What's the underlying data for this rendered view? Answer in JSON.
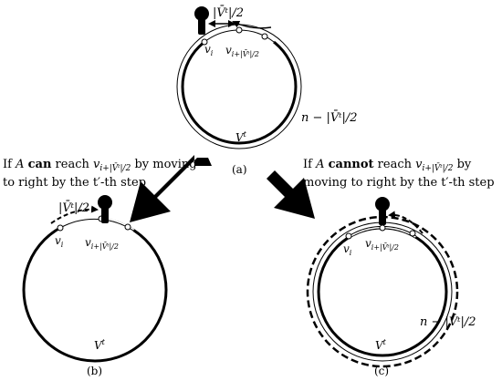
{
  "top": {
    "arc_label_top": "|V̄ᵗ|/2",
    "node_vi": "v",
    "node_vi_sub": "i",
    "node_mid": "v",
    "node_mid_sub": "i+|V̄ᵗ|/2",
    "outer_label": "n − |V̄ᵗ|/2",
    "ring_label": "V",
    "ring_label_sup": "t",
    "caption": "(a)"
  },
  "left": {
    "cond_line1_pre": "If ",
    "cond_agent": "A",
    "cond_bold": "can",
    "cond_line1_post": " reach ",
    "cond_target": "v",
    "cond_target_sub": "i+|V̄ᵗ|/2",
    "cond_line1_end": " by moving",
    "cond_line2": "to right by the t′-th step",
    "arc_label_top": "|V̄ᵗ|/2",
    "node_vi": "v",
    "node_vi_sub": "i",
    "node_mid": "v",
    "node_mid_sub": "i+|V̄ᵗ|/2",
    "ring_label": "V",
    "ring_label_sup": "t",
    "caption": "(b)"
  },
  "right": {
    "cond_line1_pre": "If ",
    "cond_agent": "A",
    "cond_bold": "cannot",
    "cond_line1_post": " reach ",
    "cond_target": "v",
    "cond_target_sub": "i+|V̄ᵗ|/2",
    "cond_line1_end": " by",
    "cond_line2": "moving to right by the t′-th step",
    "node_vi": "v",
    "node_vi_sub": "i",
    "node_mid": "v",
    "node_mid_sub": "i+|V̄ᵗ|/2",
    "outer_label": "n − |V̄ᵗ|/2",
    "ring_label": "V",
    "ring_label_sup": "t",
    "caption": "(c)"
  }
}
